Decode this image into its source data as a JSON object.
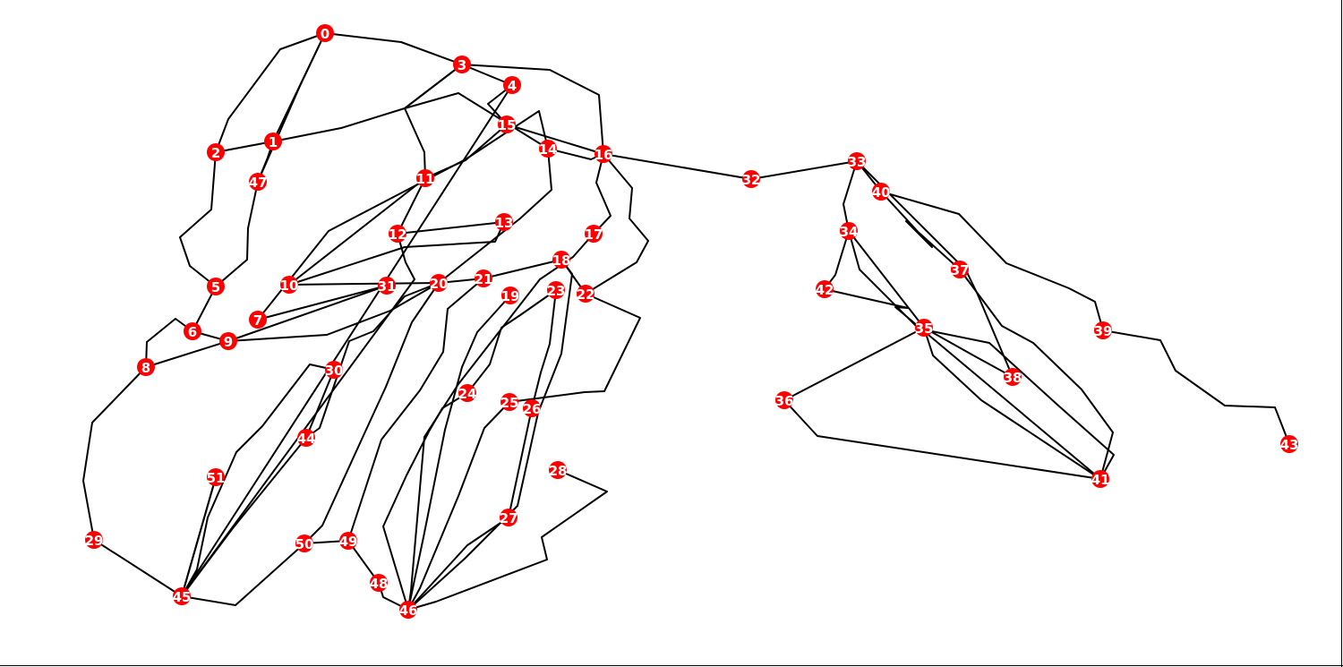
{
  "graph": {
    "node_color": "#ff0000",
    "edge_color": "#000000",
    "label_color": "#ffffff",
    "nodes": [
      "0",
      "1",
      "2",
      "3",
      "4",
      "5",
      "6",
      "7",
      "8",
      "9",
      "10",
      "11",
      "12",
      "13",
      "14",
      "15",
      "16",
      "17",
      "18",
      "19",
      "20",
      "21",
      "22",
      "23",
      "24",
      "25",
      "26",
      "27",
      "28",
      "29",
      "30",
      "31",
      "32",
      "33",
      "34",
      "35",
      "36",
      "37",
      "38",
      "39",
      "40",
      "41",
      "42",
      "43",
      "44",
      "45",
      "46",
      "47",
      "48",
      "49",
      "50",
      "51"
    ],
    "edges": [
      [
        "0",
        "1"
      ],
      [
        "0",
        "2"
      ],
      [
        "0",
        "3"
      ],
      [
        "0",
        "47"
      ],
      [
        "1",
        "2"
      ],
      [
        "1",
        "3"
      ],
      [
        "1",
        "47"
      ],
      [
        "2",
        "5"
      ],
      [
        "3",
        "4"
      ],
      [
        "3",
        "11"
      ],
      [
        "3",
        "16"
      ],
      [
        "3",
        "14"
      ],
      [
        "4",
        "15"
      ],
      [
        "4",
        "45"
      ],
      [
        "5",
        "6"
      ],
      [
        "5",
        "47"
      ],
      [
        "6",
        "9"
      ],
      [
        "6",
        "8"
      ],
      [
        "7",
        "14"
      ],
      [
        "7",
        "31"
      ],
      [
        "8",
        "9"
      ],
      [
        "8",
        "29"
      ],
      [
        "9",
        "20"
      ],
      [
        "9",
        "31"
      ],
      [
        "10",
        "20"
      ],
      [
        "10",
        "13"
      ],
      [
        "10",
        "11"
      ],
      [
        "11",
        "15"
      ],
      [
        "11",
        "12"
      ],
      [
        "12",
        "13"
      ],
      [
        "12",
        "45"
      ],
      [
        "14",
        "16"
      ],
      [
        "14",
        "20"
      ],
      [
        "15",
        "16"
      ],
      [
        "16",
        "32"
      ],
      [
        "16",
        "17"
      ],
      [
        "16",
        "22"
      ],
      [
        "17",
        "46"
      ],
      [
        "18",
        "21"
      ],
      [
        "18",
        "22"
      ],
      [
        "18",
        "46"
      ],
      [
        "19",
        "46"
      ],
      [
        "20",
        "21"
      ],
      [
        "20",
        "50"
      ],
      [
        "20",
        "44"
      ],
      [
        "21",
        "49"
      ],
      [
        "22",
        "25"
      ],
      [
        "23",
        "24"
      ],
      [
        "23",
        "26"
      ],
      [
        "24",
        "46"
      ],
      [
        "25",
        "46"
      ],
      [
        "26",
        "27"
      ],
      [
        "27",
        "46"
      ],
      [
        "28",
        "46"
      ],
      [
        "29",
        "45"
      ],
      [
        "30",
        "45"
      ],
      [
        "30",
        "44"
      ],
      [
        "32",
        "33"
      ],
      [
        "33",
        "34"
      ],
      [
        "33",
        "40"
      ],
      [
        "33",
        "38"
      ],
      [
        "34",
        "42"
      ],
      [
        "34",
        "41"
      ],
      [
        "34",
        "35"
      ],
      [
        "35",
        "36"
      ],
      [
        "35",
        "38"
      ],
      [
        "35",
        "41"
      ],
      [
        "36",
        "41"
      ],
      [
        "37",
        "40"
      ],
      [
        "37",
        "41"
      ],
      [
        "39",
        "43"
      ],
      [
        "39",
        "40"
      ],
      [
        "41",
        "42"
      ],
      [
        "44",
        "45"
      ],
      [
        "45",
        "51"
      ],
      [
        "46",
        "48"
      ],
      [
        "48",
        "49"
      ],
      [
        "49",
        "50"
      ],
      [
        "50",
        "45"
      ],
      [
        "51",
        "45"
      ]
    ]
  }
}
